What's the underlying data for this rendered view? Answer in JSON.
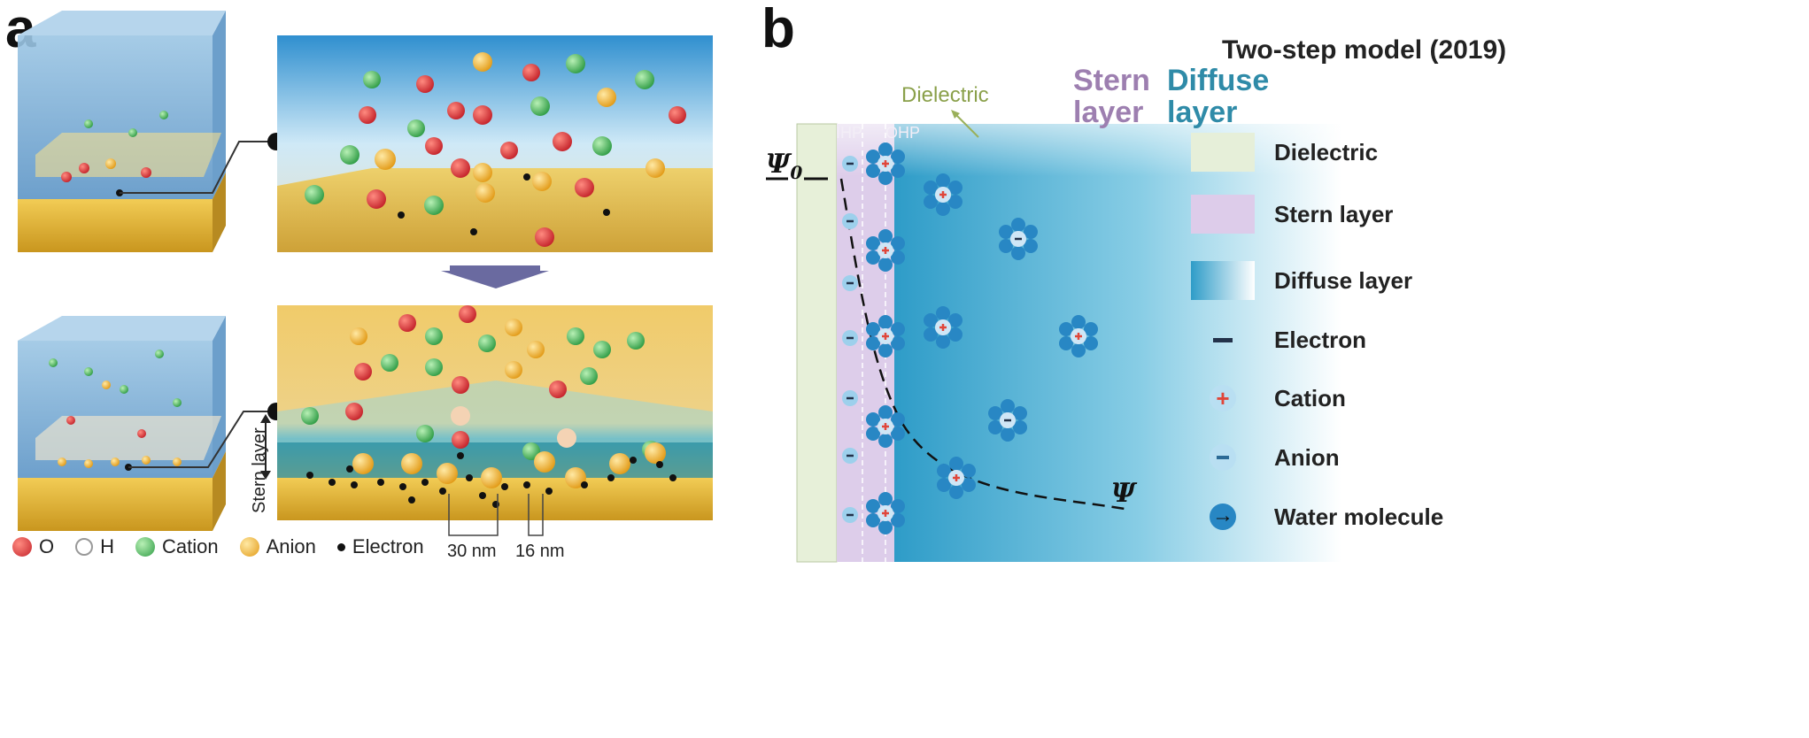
{
  "panel_a": {
    "letter": "a",
    "top_image": {
      "description_hidden": ""
    },
    "vertical_labels": {
      "diffuse": "Diffuse layer",
      "stern": "Stern layer"
    },
    "scale_labels": [
      "30 nm",
      "16 nm"
    ],
    "legend": [
      {
        "label": "O",
        "color": "#d83a3a"
      },
      {
        "label": "H",
        "color": "#ffffff"
      },
      {
        "label": "Cation",
        "color": "#5cc46a"
      },
      {
        "label": "Anion",
        "color": "#f0b43a"
      },
      {
        "label": "Electron",
        "color": "#111111"
      }
    ]
  },
  "panel_b": {
    "letter": "b",
    "title": "Two-step model (2019)",
    "region_labels": {
      "dielectric": "Dielectric",
      "stern": "Stern layer",
      "diffuse": "Diffuse layer",
      "ihp": "IHP",
      "ohp": "OHP"
    },
    "psi0": "Ψ0",
    "psi": "Ψ",
    "legend": [
      {
        "label": "Dielectric",
        "color": "#e6efd9"
      },
      {
        "label": "Stern layer",
        "color": "#ddccea"
      },
      {
        "label": "Diffuse layer",
        "color": "#58b8d4"
      },
      {
        "label": "Electron",
        "color": "#23324a"
      },
      {
        "label": "Cation",
        "color": "#e0463a"
      },
      {
        "label": "Anion",
        "color": "#2c6a95"
      },
      {
        "label": "Water molecule",
        "color": "#2887c4"
      }
    ]
  }
}
